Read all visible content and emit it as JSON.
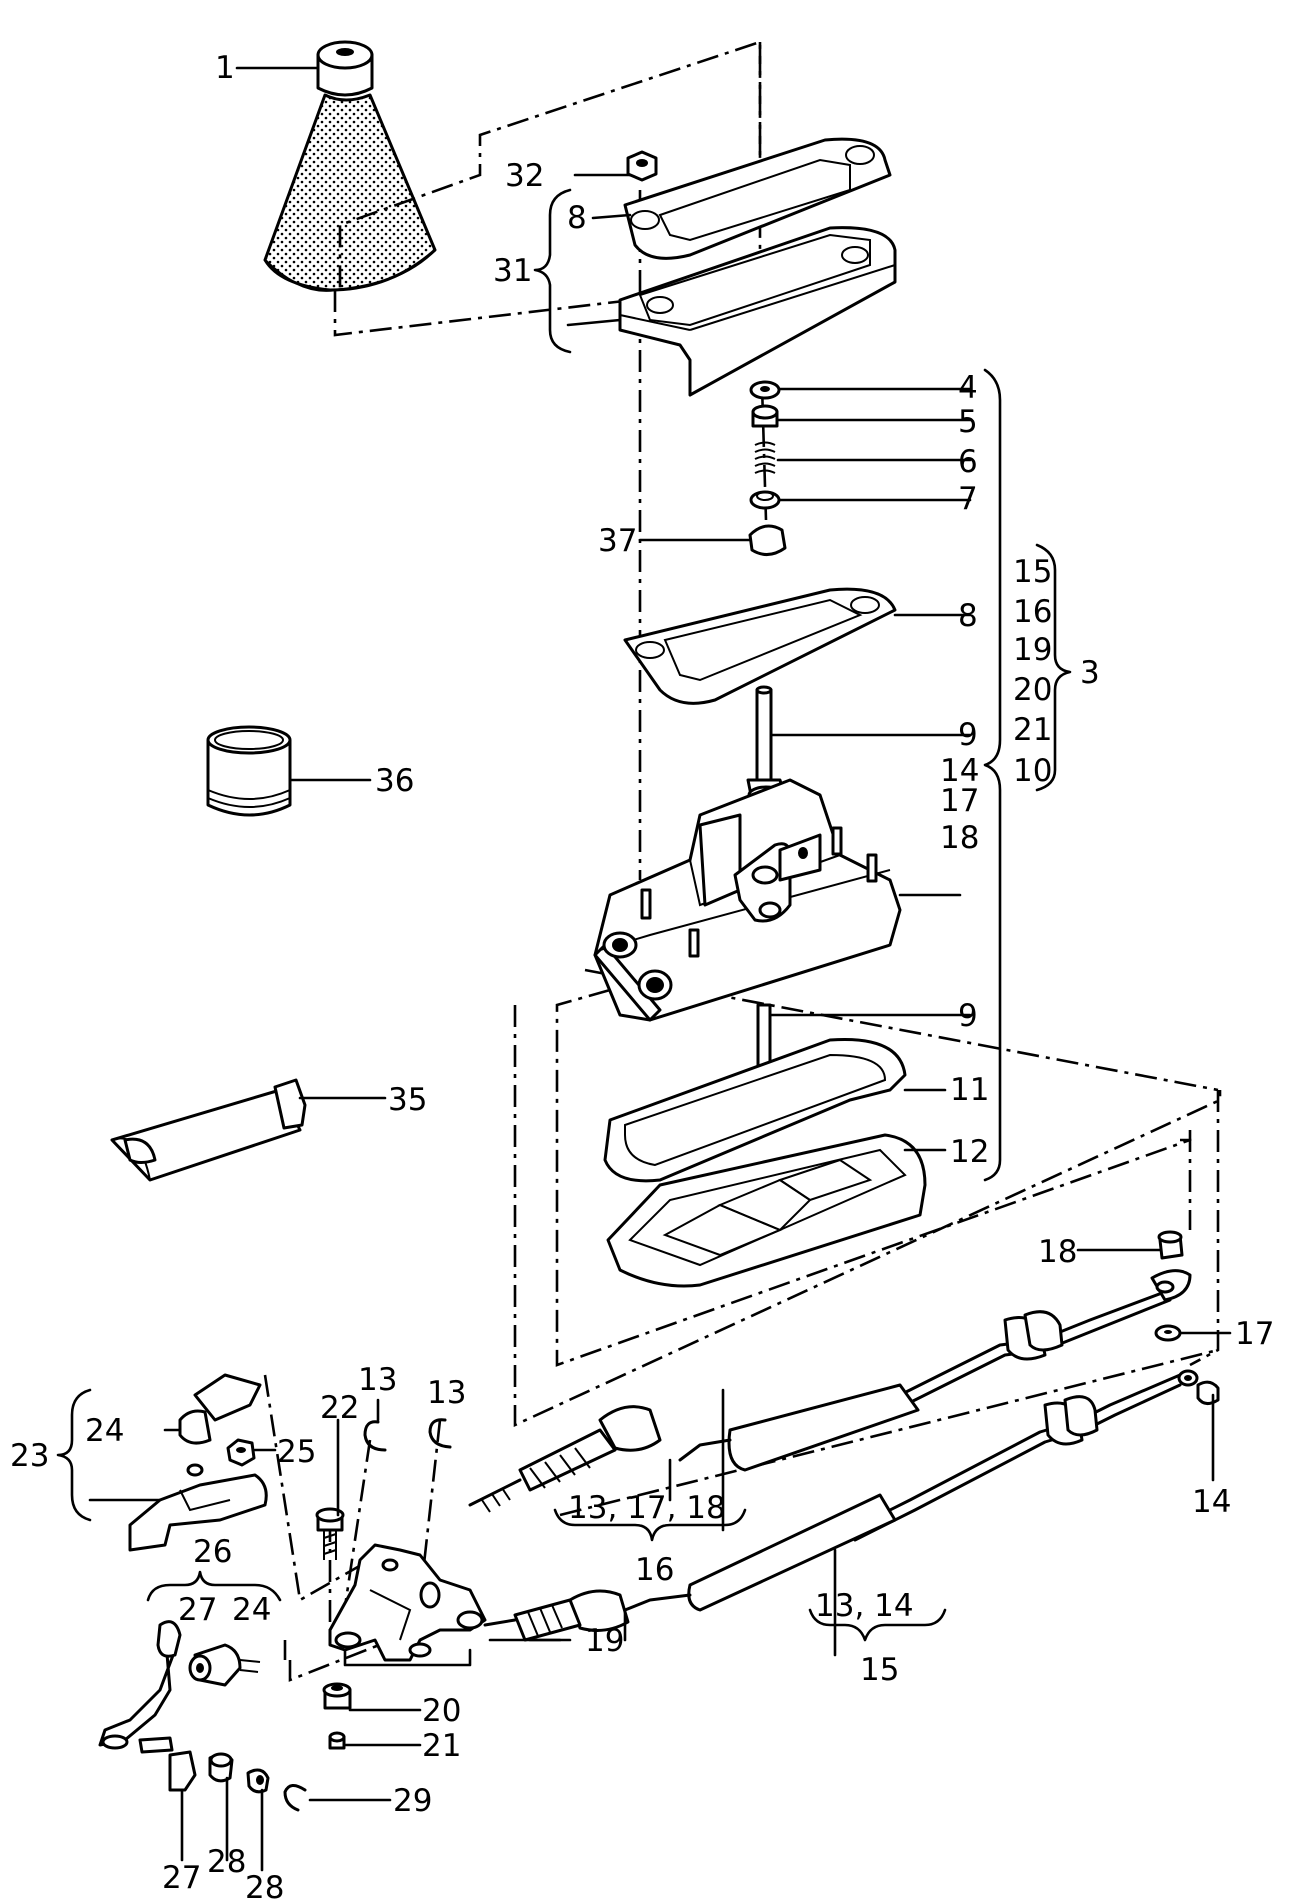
{
  "callouts": [
    {
      "id": "c1",
      "text": "1"
    },
    {
      "id": "c32",
      "text": "32"
    },
    {
      "id": "c8a",
      "text": "8"
    },
    {
      "id": "c31",
      "text": "31"
    },
    {
      "id": "c4",
      "text": "4"
    },
    {
      "id": "c5",
      "text": "5"
    },
    {
      "id": "c6",
      "text": "6"
    },
    {
      "id": "c7",
      "text": "7"
    },
    {
      "id": "c37",
      "text": "37"
    },
    {
      "id": "c8b",
      "text": "8"
    },
    {
      "id": "c15",
      "text": "15"
    },
    {
      "id": "c16",
      "text": "16"
    },
    {
      "id": "c19",
      "text": "19"
    },
    {
      "id": "c20",
      "text": "20"
    },
    {
      "id": "c21",
      "text": "21"
    },
    {
      "id": "c10",
      "text": "10"
    },
    {
      "id": "c3",
      "text": "3"
    },
    {
      "id": "c9a",
      "text": "9"
    },
    {
      "id": "c14a",
      "text": "14"
    },
    {
      "id": "c17a",
      "text": "17"
    },
    {
      "id": "c18a",
      "text": "18"
    },
    {
      "id": "c36",
      "text": "36"
    },
    {
      "id": "c9b",
      "text": "9"
    },
    {
      "id": "c11",
      "text": "11"
    },
    {
      "id": "c35",
      "text": "35"
    },
    {
      "id": "c12",
      "text": "12"
    },
    {
      "id": "c18b",
      "text": "18"
    },
    {
      "id": "c17b",
      "text": "17"
    },
    {
      "id": "c13a",
      "text": "13"
    },
    {
      "id": "c13b",
      "text": "13"
    },
    {
      "id": "c22",
      "text": "22"
    },
    {
      "id": "c24a",
      "text": "24"
    },
    {
      "id": "c25",
      "text": "25"
    },
    {
      "id": "c23",
      "text": "23"
    },
    {
      "id": "c14b",
      "text": "14"
    },
    {
      "id": "c131718",
      "text": "13, 17, 18"
    },
    {
      "id": "c16b",
      "text": "16"
    },
    {
      "id": "c26",
      "text": "26"
    },
    {
      "id": "c27a",
      "text": "27"
    },
    {
      "id": "c24b",
      "text": "24"
    },
    {
      "id": "c19b",
      "text": "19"
    },
    {
      "id": "c1314",
      "text": "13, 14"
    },
    {
      "id": "c15b",
      "text": "15"
    },
    {
      "id": "c20b",
      "text": "20"
    },
    {
      "id": "c21b",
      "text": "21"
    },
    {
      "id": "c29",
      "text": "29"
    },
    {
      "id": "c27b",
      "text": "27"
    },
    {
      "id": "c28a",
      "text": "28"
    },
    {
      "id": "c28b",
      "text": "28"
    }
  ]
}
